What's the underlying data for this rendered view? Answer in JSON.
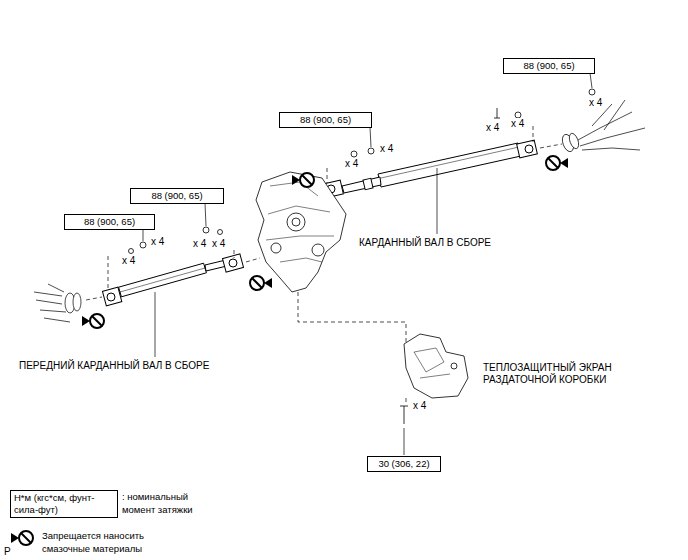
{
  "diagram": {
    "nodes": [
      {
        "text": [
          "88 (900, 65)"
        ]
      },
      {
        "text": [
          "88 (900, 65)"
        ]
      },
      {
        "text": [
          "88 (900, 65)"
        ]
      },
      {
        "text": [
          "88 (900, 65)"
        ]
      },
      {
        "text": [
          "30 (306, 22)"
        ]
      },
      {
        "text": [
          "Н*м (кгс*см, фунт-сила-фут)"
        ]
      }
    ],
    "labels": [
      "x 4",
      "x 4",
      "x 4",
      "x 4",
      "x 4",
      "x 4",
      "x 4",
      "x 4",
      "x 4",
      "КАРДАННЫЙ ВАЛ В СБОРЕ",
      "ПЕРЕДНИЙ КАРДАННЫЙ ВАЛ В СБОРЕ",
      "ТЕПЛОЗАЩИТНЫЙ ЭКРАН РАЗДАТОЧНОЙ КОРОБКИ",
      "x 4",
      "P"
    ],
    "legend": [
      {
        "text": ": номинальный момент затяжки"
      },
      {
        "text": "Запрещается наносить смазочные материалы"
      }
    ]
  }
}
